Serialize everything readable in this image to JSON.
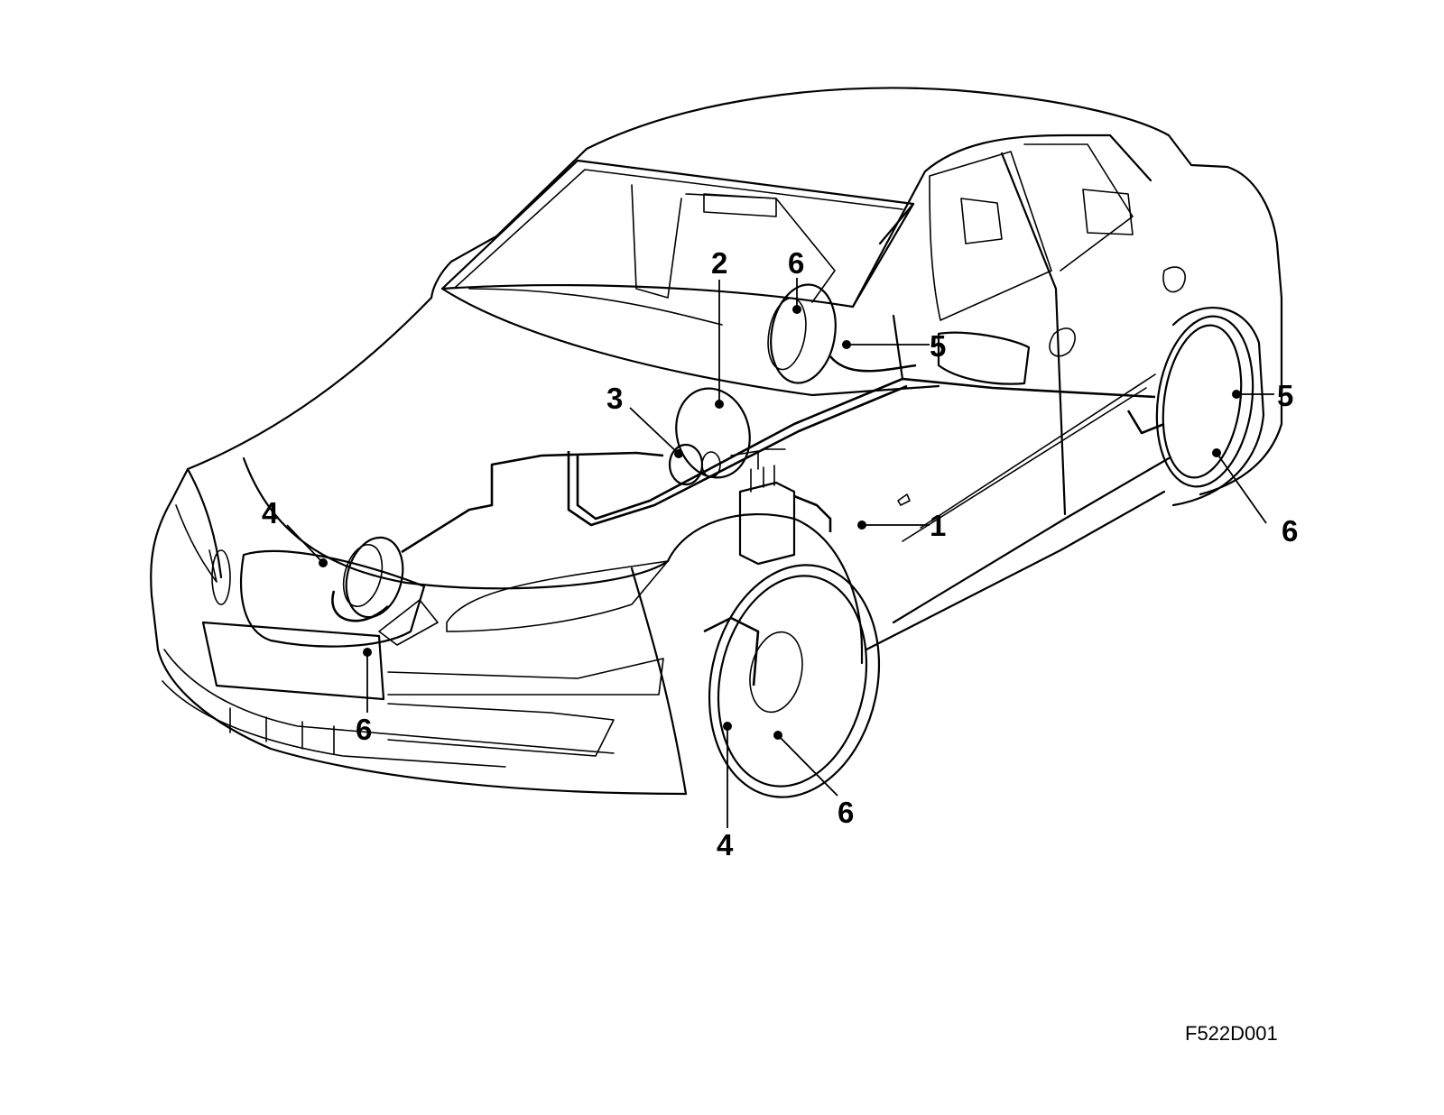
{
  "diagram": {
    "figure_code": "F522D001",
    "callouts": [
      {
        "id": "c1",
        "label": "1"
      },
      {
        "id": "c2",
        "label": "2"
      },
      {
        "id": "c3",
        "label": "3"
      },
      {
        "id": "c4a",
        "label": "4"
      },
      {
        "id": "c4b",
        "label": "4"
      },
      {
        "id": "c5a",
        "label": "5"
      },
      {
        "id": "c5b",
        "label": "5"
      },
      {
        "id": "c6a",
        "label": "6"
      },
      {
        "id": "c6b",
        "label": "6"
      },
      {
        "id": "c6c",
        "label": "6"
      },
      {
        "id": "c6d",
        "label": "6"
      }
    ]
  }
}
